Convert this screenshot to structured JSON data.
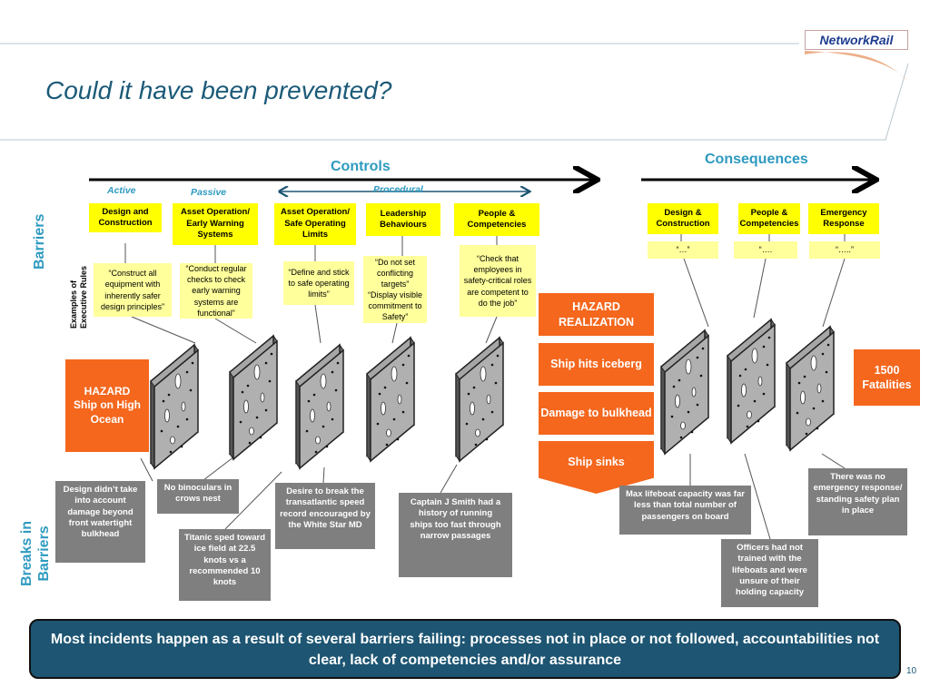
{
  "header": {
    "title": "Could it have been prevented?",
    "logo_text": "NetworkRail"
  },
  "labels": {
    "controls": "Controls",
    "consequences": "Consequences",
    "active": "Active",
    "passive": "Passive",
    "procedural": "Procedural",
    "barriers": "Barriers",
    "examples_line1": "Examples of",
    "examples_line2": "Executive Rules",
    "breaks_line1": "Breaks in",
    "breaks_line2": "Barriers"
  },
  "controls": [
    {
      "name": "Design and Construction",
      "rule": "“Construct all equipment with inherently safer design principles”"
    },
    {
      "name": "Asset Operation/ Early Warning Systems",
      "rule": "“Conduct regular checks to check early warning systems are functional”"
    },
    {
      "name": "Asset Operation/ Safe Operating Limits",
      "rule": "“Define and stick to safe operating limits”"
    },
    {
      "name": "Leadership Behaviours",
      "rule": "“Do not set conflicting targets” “Display visible commitment to Safety”"
    },
    {
      "name": "People & Competencies",
      "rule": "“Check that employees in safety-critical roles are  competent to do the job”"
    }
  ],
  "consequence_barriers": [
    {
      "name": "Design & Construction",
      "rule": "“…”"
    },
    {
      "name": "People & Competencies",
      "rule": "“…."
    },
    {
      "name": "Emergency Response",
      "rule": "“…..”"
    }
  ],
  "hazard": {
    "title": "HAZARD",
    "text": "Ship on High Ocean"
  },
  "sequence": [
    "HAZARD REALIZATION",
    "Ship hits iceberg",
    "Damage to bulkhead",
    "Ship sinks"
  ],
  "outcome": "1500 Fatalities",
  "breaks": [
    "Design didn’t take into account damage beyond front watertight bulkhead",
    "No binoculars in crows nest",
    "Titanic sped toward ice field at 22.5 knots vs a recommended 10 knots",
    "Desire to break the transatlantic speed record encouraged by the White Star MD",
    "Captain J Smith had a history of running ships too fast through narrow passages",
    "Max lifeboat capacity was far less than total number of passengers on board",
    "Officers had not trained with the lifeboats and were unsure of their holding capacity",
    "There was no emergency response/ standing safety plan in place"
  ],
  "footer": {
    "message": "Most incidents happen as a result of several barriers failing: processes not in place or not followed,  accountabilities not clear, lack of competencies and/or assurance",
    "page": "10"
  }
}
